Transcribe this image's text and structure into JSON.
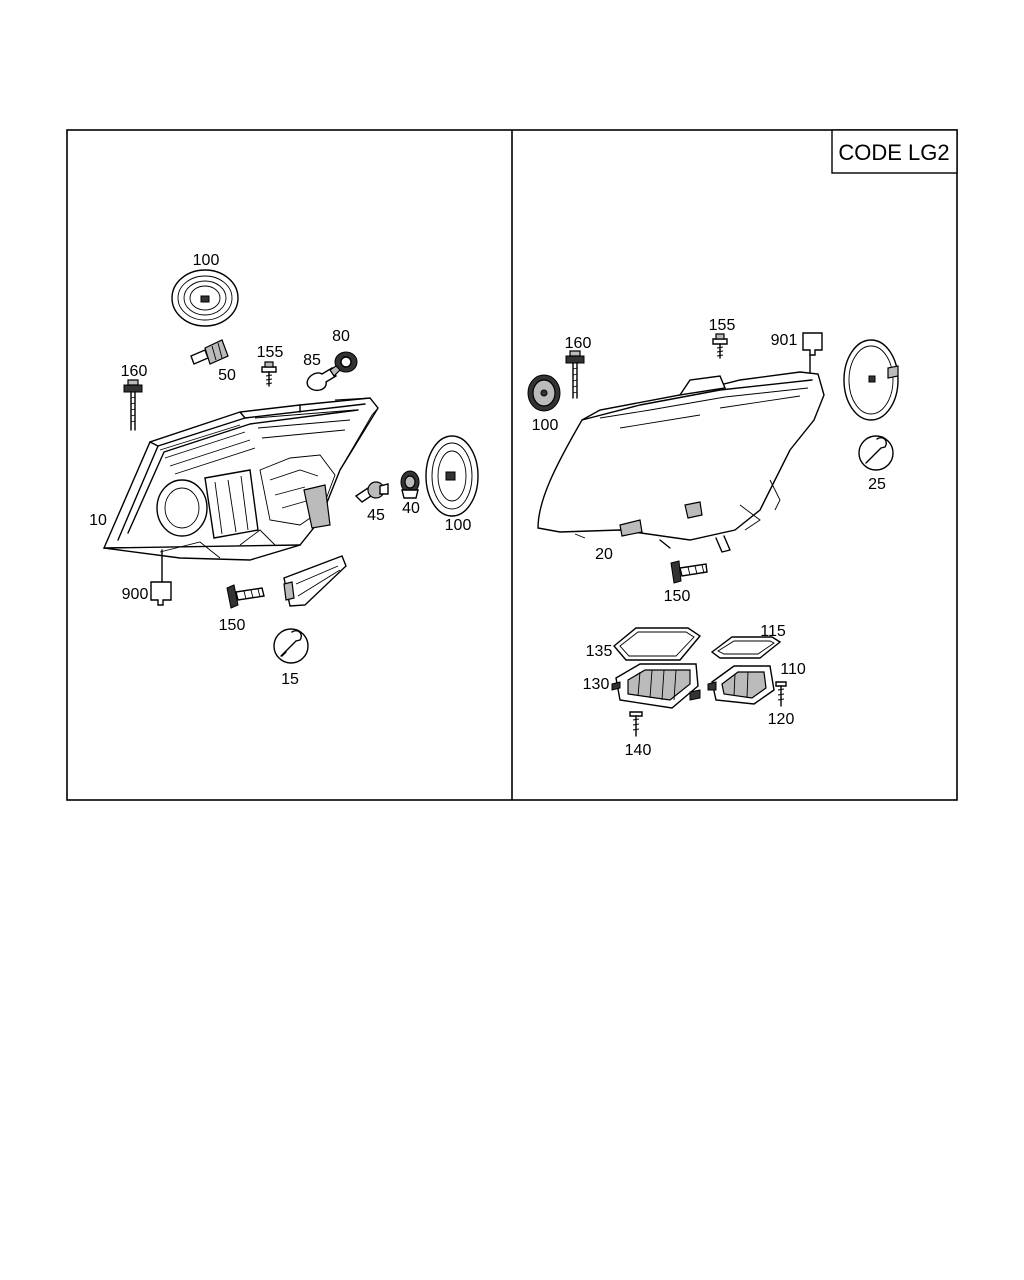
{
  "code_box": "CODE LG2",
  "left_panel": {
    "labels": {
      "p100_top": "100",
      "p50": "50",
      "p155": "155",
      "p80": "80",
      "p85": "85",
      "p160": "160",
      "p10": "10",
      "p45": "45",
      "p40": "40",
      "p100_right": "100",
      "p900": "900",
      "p150": "150",
      "p15": "15"
    }
  },
  "right_panel": {
    "labels": {
      "p160": "160",
      "p155": "155",
      "p901": "901",
      "p100": "100",
      "p25": "25",
      "p20": "20",
      "p150": "150",
      "p135": "135",
      "p115": "115",
      "p130": "130",
      "p110": "110",
      "p120": "120",
      "p140": "140"
    }
  }
}
